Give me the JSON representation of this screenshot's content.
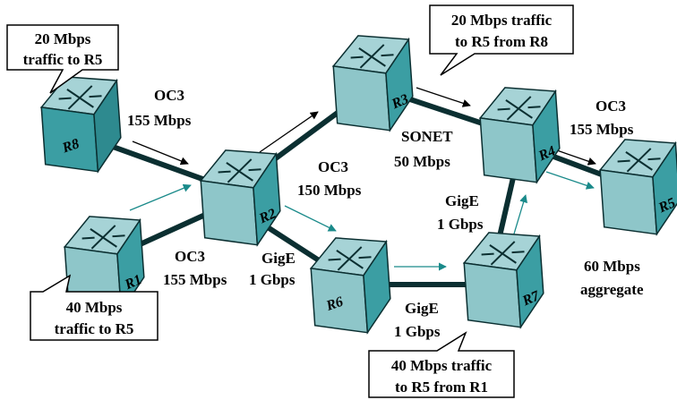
{
  "colors": {
    "router_top": "#a6d3d6",
    "router_left": "#8ec6c9",
    "router_right": "#3b9ea3",
    "edge": "#0b2f31",
    "teal_arrow": "#1a8a8a",
    "black": "#000000"
  },
  "routers": {
    "r1": "R1",
    "r2": "R2",
    "r3": "R3",
    "r4": "R4",
    "r5": "R5",
    "r6": "R6",
    "r7": "R7",
    "r8": "R8"
  },
  "links": {
    "r8_r2": {
      "l1": "OC3",
      "l2": "155 Mbps"
    },
    "r1_r2": {
      "l1": "OC3",
      "l2": "155 Mbps"
    },
    "r2_r3": {
      "l1": "OC3",
      "l2": "150 Mbps"
    },
    "r3_r4": {
      "l1": "SONET",
      "l2": "50 Mbps"
    },
    "r4_r5": {
      "l1": "OC3",
      "l2": "155 Mbps"
    },
    "r2_r6": {
      "l1": "GigE",
      "l2": "1 Gbps"
    },
    "r6_r7": {
      "l1": "GigE",
      "l2": "1 Gbps"
    },
    "r7_r4": {
      "l1": "GigE",
      "l2": "1 Gbps"
    }
  },
  "callouts": {
    "r8": {
      "l1": "20 Mbps",
      "l2": "traffic to R5"
    },
    "r1": {
      "l1": "40 Mbps",
      "l2": "traffic to R5"
    },
    "top": {
      "l1": "20 Mbps traffic",
      "l2": "to R5 from R8"
    },
    "bottom": {
      "l1": "40 Mbps traffic",
      "l2": "to R5 from R1"
    }
  },
  "aggregate": {
    "l1": "60 Mbps",
    "l2": "aggregate"
  }
}
